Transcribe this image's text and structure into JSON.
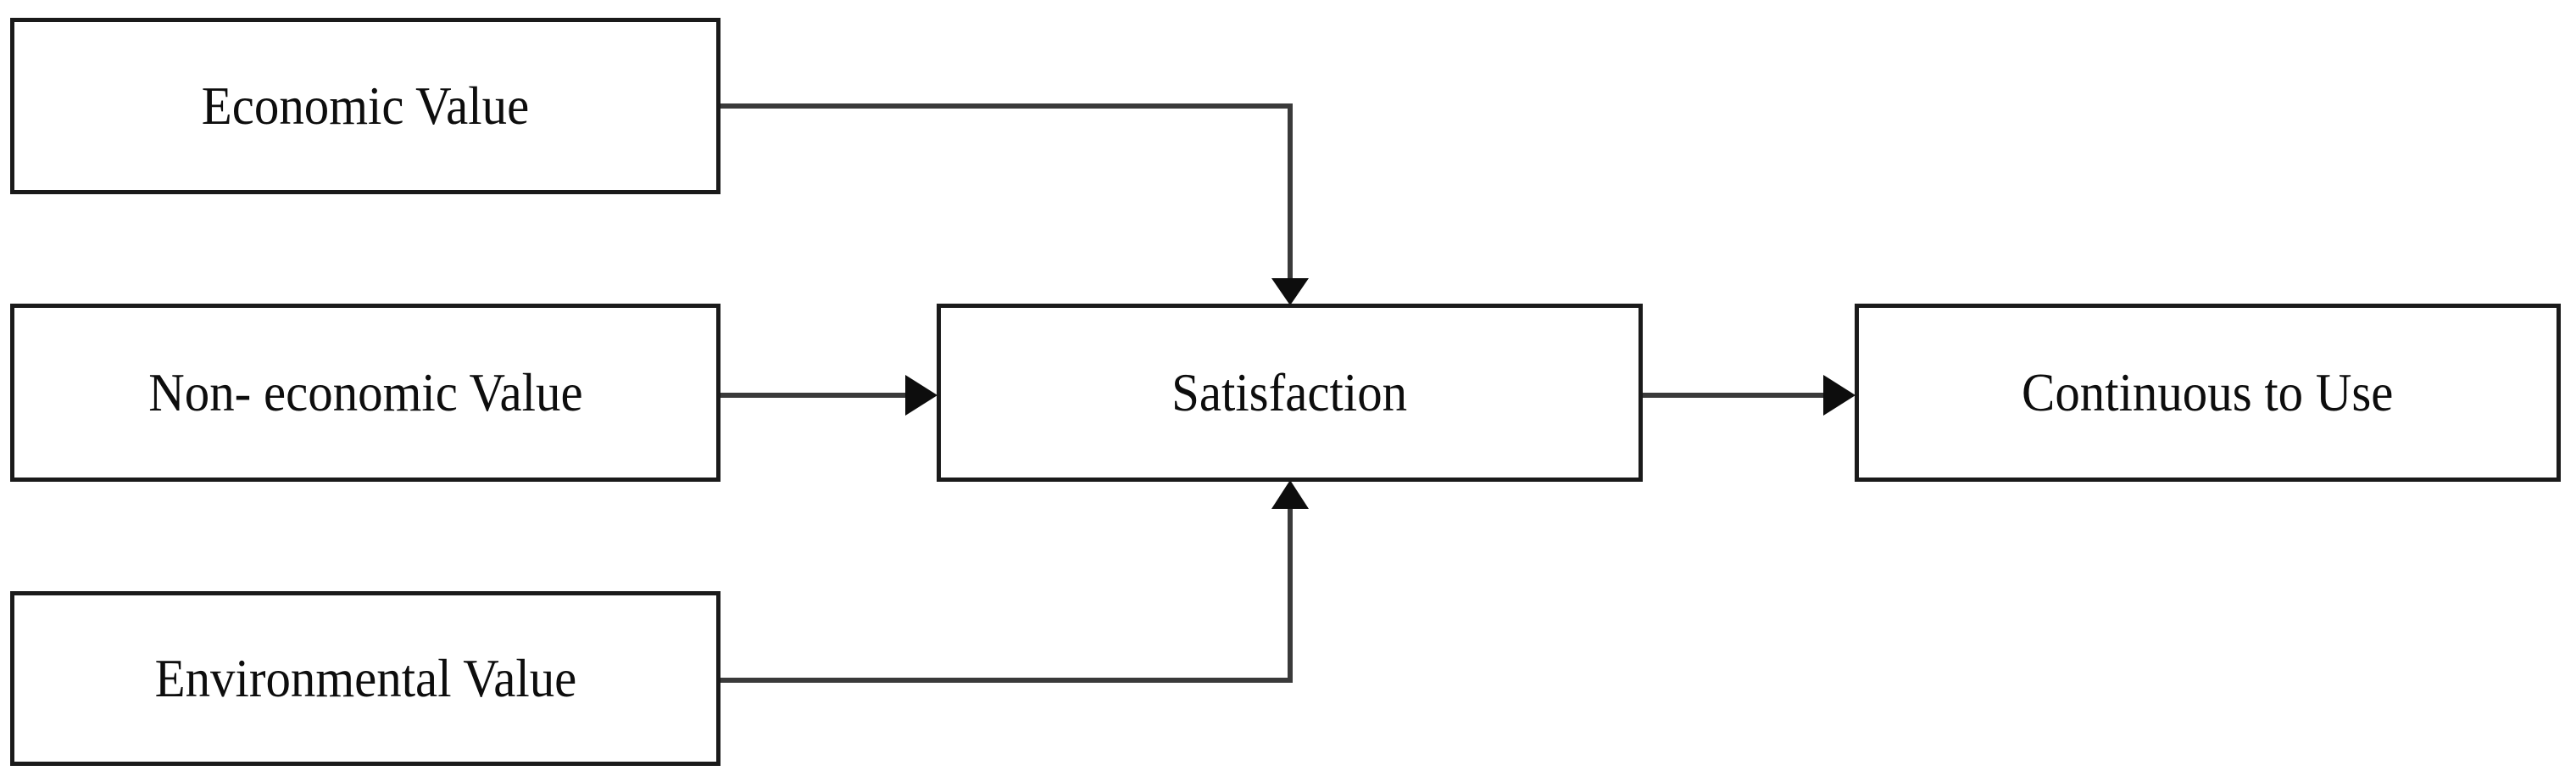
{
  "diagram": {
    "type": "flow-diagram",
    "title": "",
    "background_color": "#ffffff",
    "line_color": "#3a3a3a",
    "border_color": "#1a1a1a",
    "text_color": "#0d0d0d",
    "nodes": [
      {
        "id": "economic-value",
        "label": "Economic Value",
        "role": "antecedent",
        "column": 1,
        "row": 1
      },
      {
        "id": "noneconomic-value",
        "label": "Non- economic Value",
        "role": "antecedent",
        "column": 1,
        "row": 2
      },
      {
        "id": "environmental-value",
        "label": "Environmental Value",
        "role": "antecedent",
        "column": 1,
        "row": 3
      },
      {
        "id": "satisfaction",
        "label": "Satisfaction",
        "role": "mediator",
        "column": 2,
        "row": 2
      },
      {
        "id": "continuous-to-use",
        "label": "Continuous to Use",
        "role": "outcome",
        "column": 3,
        "row": 2
      }
    ],
    "edges": [
      {
        "id": "edge-economic-to-satisfaction",
        "from": "economic-value",
        "to": "satisfaction",
        "label": "",
        "arrow": "down",
        "style": "elbow"
      },
      {
        "id": "edge-noneconomic-to-satisfaction",
        "from": "noneconomic-value",
        "to": "satisfaction",
        "label": "",
        "arrow": "right",
        "style": "straight"
      },
      {
        "id": "edge-environmental-to-satisfaction",
        "from": "environmental-value",
        "to": "satisfaction",
        "label": "",
        "arrow": "up",
        "style": "elbow"
      },
      {
        "id": "edge-satisfaction-to-continuous",
        "from": "satisfaction",
        "to": "continuous-to-use",
        "label": "",
        "arrow": "right",
        "style": "straight"
      }
    ]
  }
}
